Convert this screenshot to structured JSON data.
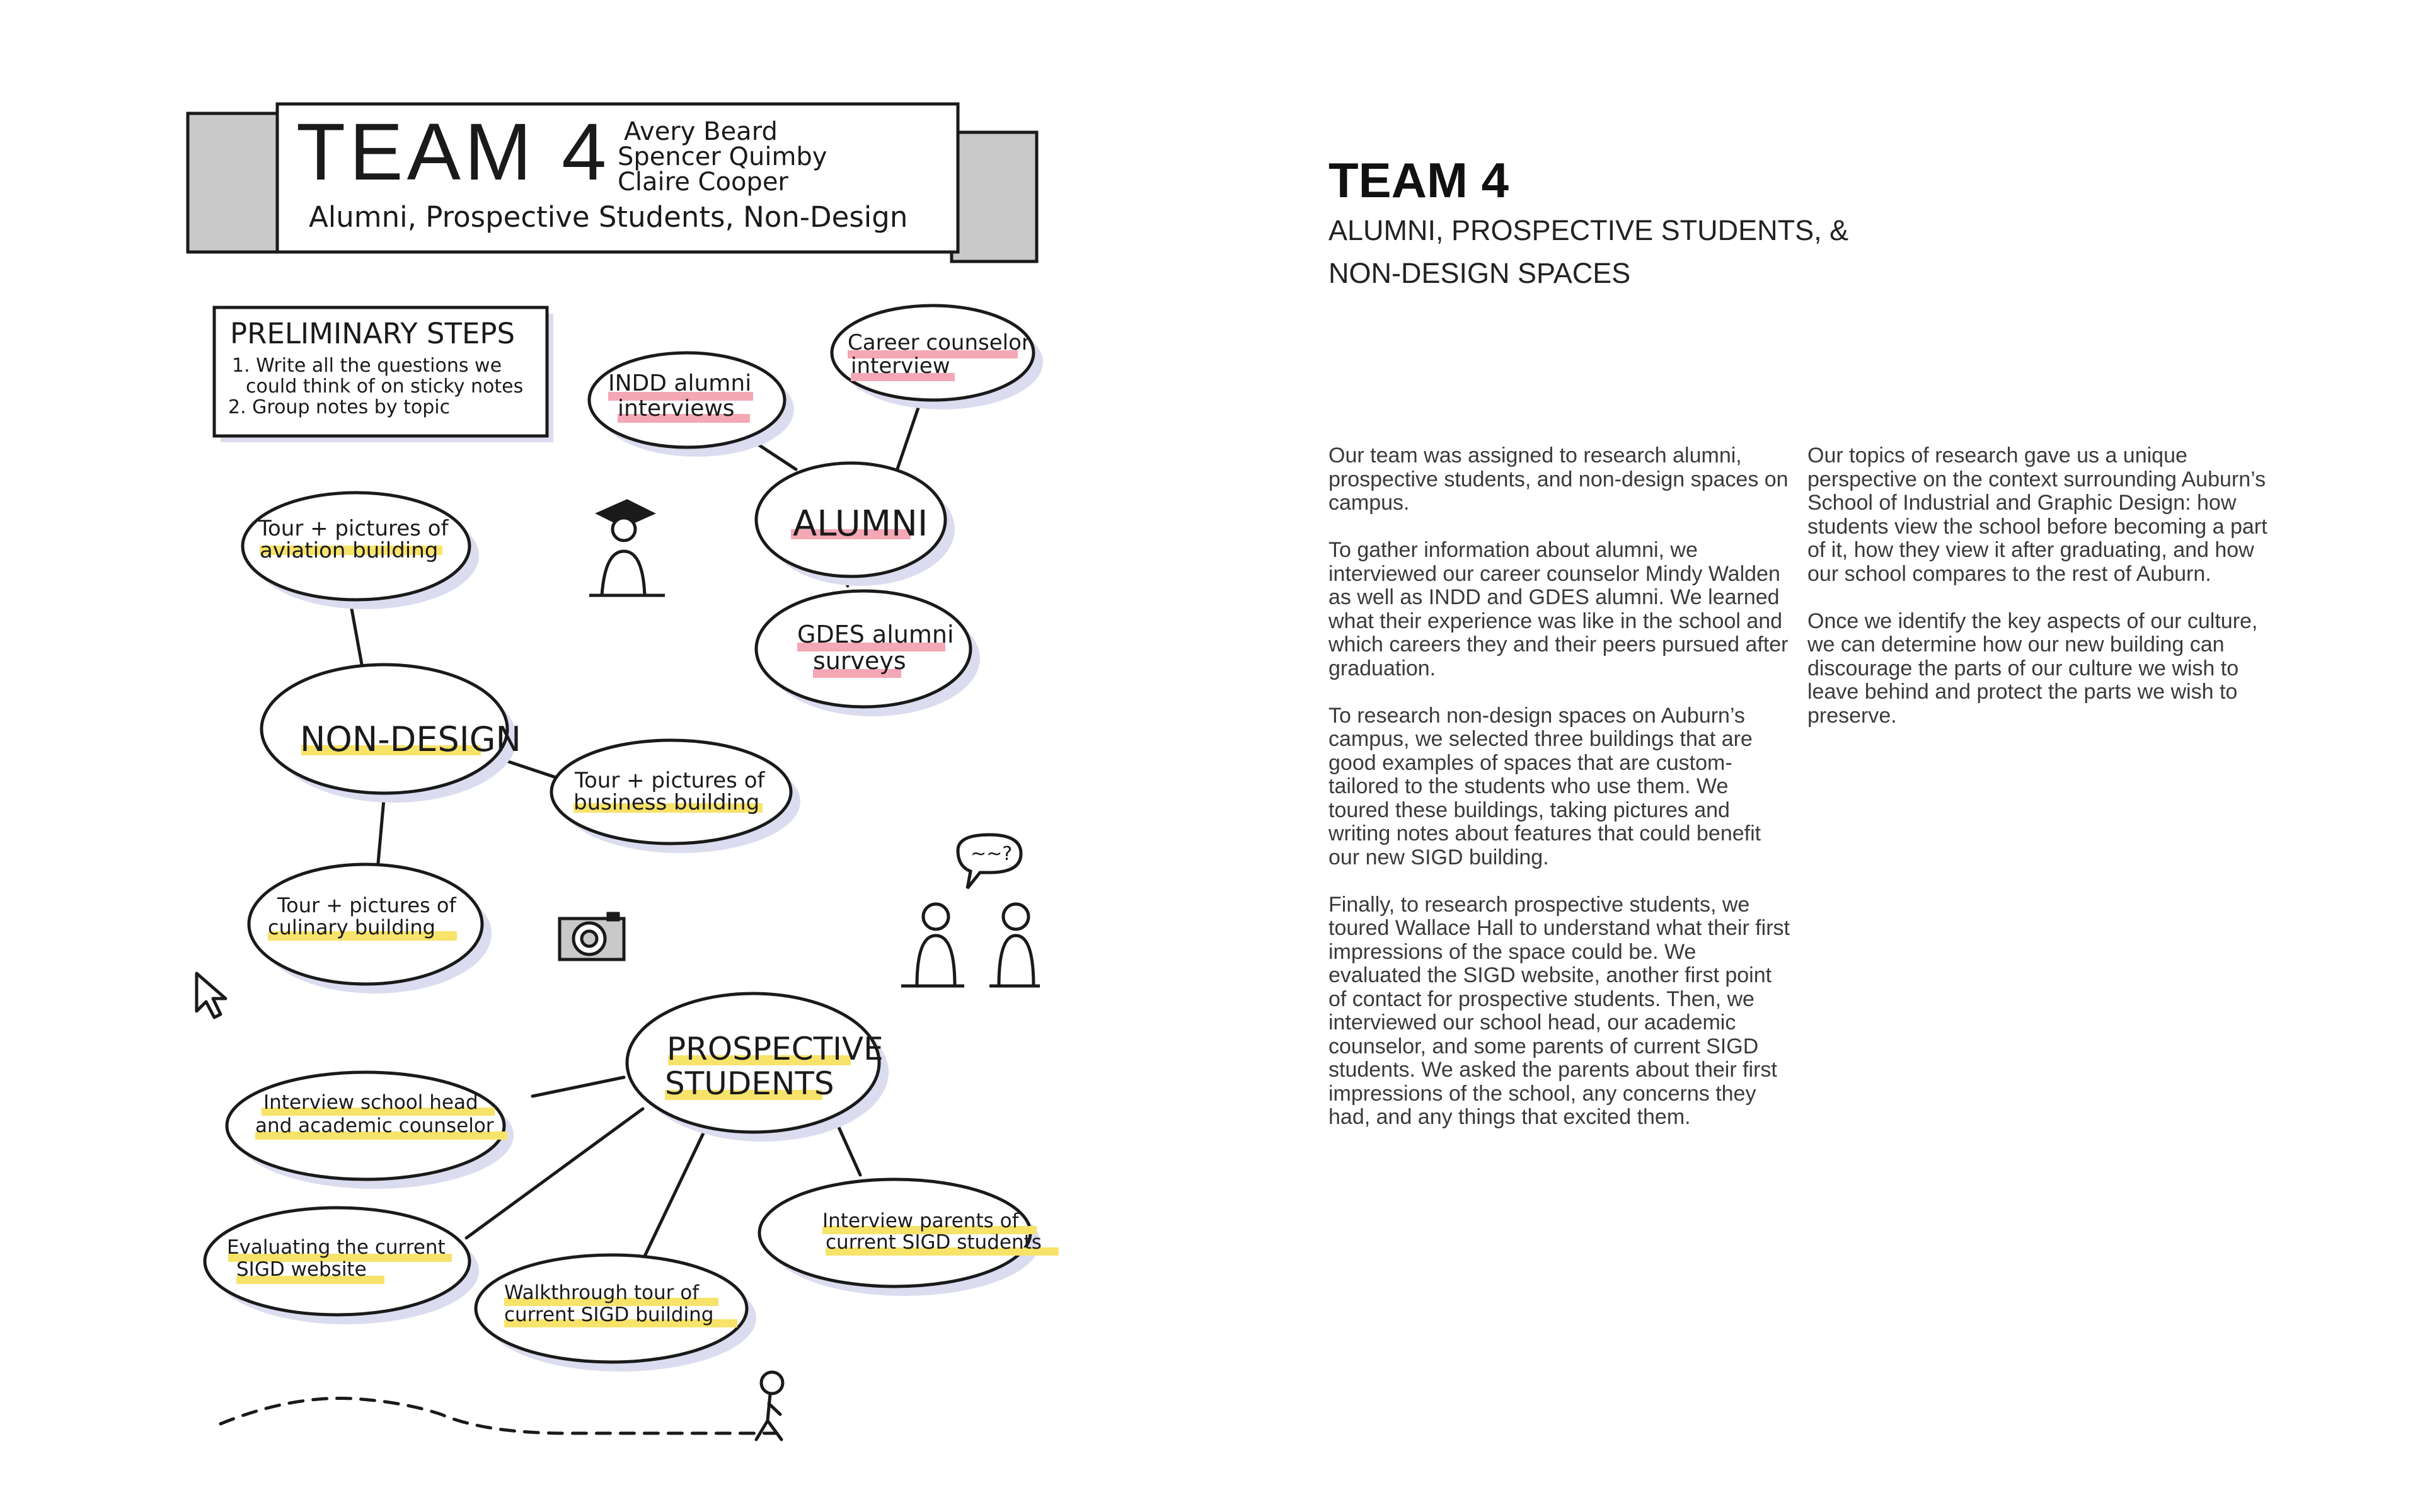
{
  "sketch": {
    "banner": {
      "title": "TEAM 4",
      "members": [
        "Avery Beard",
        "Spencer Quimby",
        "Claire Cooper"
      ],
      "topics": "Alumni, Prospective Students, Non-Design"
    },
    "steps": {
      "heading": "PRELIMINARY STEPS",
      "lines": [
        "1. Write all the questions we",
        "could think of on sticky notes",
        "2. Group notes by topic"
      ]
    },
    "nodes": {
      "alumni": "ALUMNI",
      "indd_1": "INDD alumni",
      "indd_2": "interviews",
      "career_1": "Career counselor",
      "career_2": "interview",
      "gdes_1": "GDES alumni",
      "gdes_2": "surveys",
      "nondesign": "NON-DESIGN",
      "aviation_1": "Tour + pictures of",
      "aviation_2": "aviation building",
      "business_1": "Tour + pictures of",
      "business_2": "business building",
      "culinary_1": "Tour + pictures of",
      "culinary_2": "culinary building",
      "prospective_1": "PROSPECTIVE",
      "prospective_2": "STUDENTS",
      "school_head_1": "Interview school head",
      "school_head_2": "and academic counselor",
      "website_1": "Evaluating the current",
      "website_2": "SIGD website",
      "walkthrough_1": "Walkthrough tour of",
      "walkthrough_2": "current SIGD building",
      "parents_1": "Interview parents of",
      "parents_2": "current SIGD students"
    },
    "speech": "~~?",
    "colors": {
      "pink": "#f4a7b4",
      "yellow": "#f7e36a",
      "shadow": "#dcdcf0",
      "banner": "#c9c9c9"
    }
  },
  "content": {
    "title": "TEAM 4",
    "subtitle_1": "ALUMNI, PROSPECTIVE STUDENTS, &",
    "subtitle_2": "NON-DESIGN SPACES",
    "col1": [
      "Our team was assigned to research alumni, prospective students, and non-design spaces on campus.",
      "To gather information about alumni, we interviewed our career counselor Mindy Walden as well as INDD and GDES alumni. We learned what their experience was like in the school and which careers they and their peers pursued after graduation.",
      "To research non-design spaces on Auburn’s campus, we selected three buildings that are good examples of spaces that are custom-tailored to the students who use them. We toured these buildings, taking pictures and writing notes about features that could benefit our new SIGD building.",
      "Finally, to research prospective students, we toured Wallace Hall to understand what their first impressions of the space could be. We evaluated the SIGD website, another first point of contact for prospective students. Then, we interviewed our school head, our academic counselor, and some parents of current SIGD students. We asked the parents about their first impressions of the school, any concerns they had, and any things that excited them."
    ],
    "col2": [
      "Our topics of research gave us a unique perspective on the context surrounding Auburn’s School of Industrial and Graphic Design: how students view the school before becoming a part of it, how they view it after graduating, and how our school compares to the rest of Auburn.",
      "Once we identify the key aspects of our culture, we can determine how our new building can discourage the parts of our culture we wish to leave behind and protect the parts we wish to preserve."
    ]
  }
}
